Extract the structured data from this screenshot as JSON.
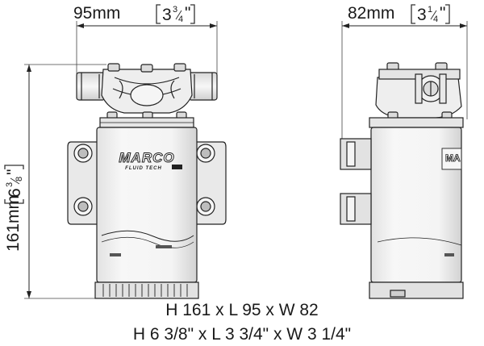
{
  "dimensions": {
    "front_width": {
      "metric": "95mm",
      "imperial_whole": "3",
      "imperial_num": "3",
      "imperial_den": "4",
      "imperial_unit": "\""
    },
    "side_width": {
      "metric": "82mm",
      "imperial_whole": "3",
      "imperial_num": "1",
      "imperial_den": "4",
      "imperial_unit": "\""
    },
    "height": {
      "metric": "161mm",
      "imperial_whole": "6",
      "imperial_num": "3",
      "imperial_den": "8",
      "imperial_unit": "\""
    }
  },
  "branding": {
    "logo": "MARCO",
    "tagline": "FLUID TECH"
  },
  "summary": {
    "metric_line": "H 161 x L 95 x W 82",
    "imperial_line": "H 6 3/8\" x L 3 3/4\" x W 3 1/4\""
  }
}
